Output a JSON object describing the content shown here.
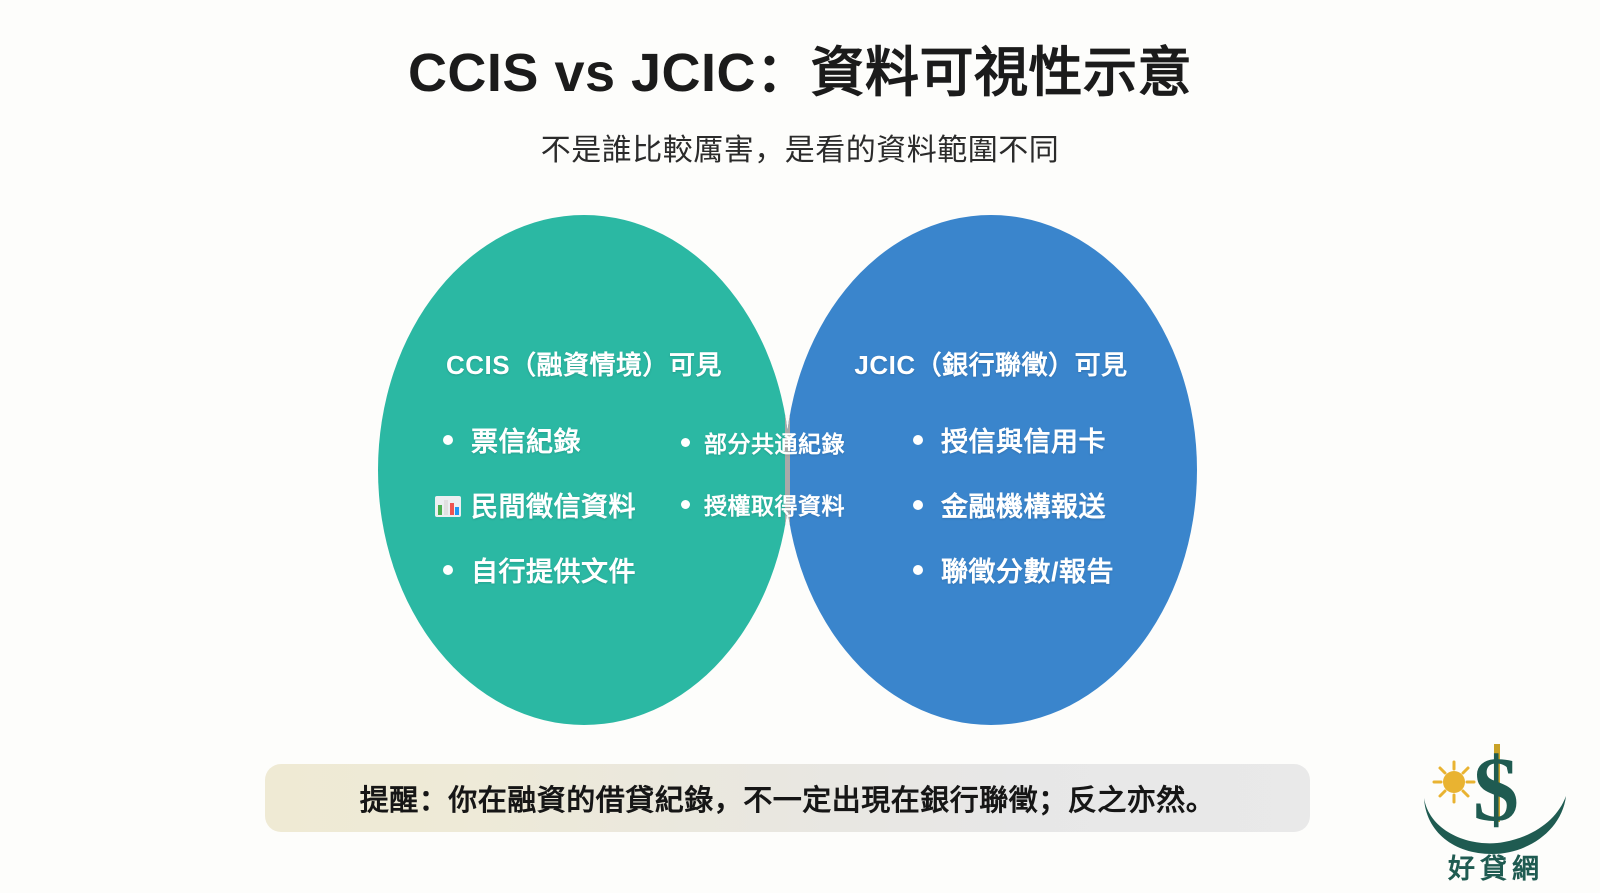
{
  "header": {
    "title": "CCIS vs JCIC：資料可視性示意",
    "subtitle": "不是誰比較厲害，是看的資料範圍不同"
  },
  "venn": {
    "left": {
      "label": "CCIS（融資情境）可見",
      "color": "#2bb8a3",
      "items": [
        {
          "bullet": "dot",
          "text": "票信紀錄"
        },
        {
          "bullet": "bar-chart-emoji",
          "text": "民間徵信資料"
        },
        {
          "bullet": "dot",
          "text": "自行提供文件"
        }
      ]
    },
    "center": {
      "color": "#a9a9a9",
      "items": [
        {
          "bullet": "dot",
          "text": "部分共通紀錄"
        },
        {
          "bullet": "dot",
          "text": "授權取得資料"
        }
      ]
    },
    "right": {
      "label": "JCIC（銀行聯徵）可見",
      "color": "#3a85cc",
      "items": [
        {
          "bullet": "dot",
          "text": "授信與信用卡"
        },
        {
          "bullet": "dot",
          "text": "金融機構報送"
        },
        {
          "bullet": "dot",
          "text": "聯徵分數/報告"
        }
      ]
    }
  },
  "footer": {
    "note": "提醒：你在融資的借貸紀錄，不一定出現在銀行聯徵；反之亦然。"
  },
  "logo": {
    "brand": "好貸網",
    "symbol": "dollar-sign",
    "accent_color": "#1f5b51",
    "sun_color": "#e9b331"
  }
}
